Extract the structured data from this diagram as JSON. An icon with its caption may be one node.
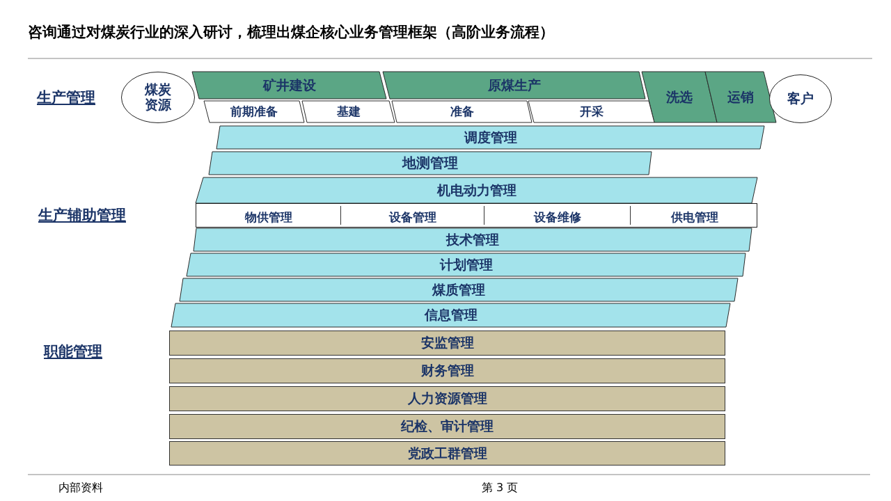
{
  "diagram": {
    "title": "咨询通过对煤炭行业的深入研讨，梳理出煤企核心业务管理框架（高阶业务流程）",
    "nodes": [
      {
        "text": [
          "煤炭资源"
        ]
      },
      {
        "text": [
          "矿井建设"
        ]
      },
      {
        "text": [
          "原煤生产"
        ]
      },
      {
        "text": [
          "洗选"
        ]
      },
      {
        "text": [
          "运销"
        ]
      },
      {
        "text": [
          "客户"
        ]
      },
      {
        "text": [
          "前期准备"
        ]
      },
      {
        "text": [
          "基建"
        ]
      },
      {
        "text": [
          "准备"
        ]
      },
      {
        "text": [
          "开采"
        ]
      },
      {
        "text": [
          "调度管理"
        ]
      },
      {
        "text": [
          "地测管理"
        ]
      },
      {
        "text": [
          "机电动力管理"
        ]
      },
      {
        "text": [],
        "shape": "box"
      },
      {
        "text": [
          "物供管理"
        ],
        "in": 13
      },
      {
        "text": [
          "设备管理"
        ],
        "in": 13
      },
      {
        "text": [
          "设备维修"
        ],
        "in": 13
      },
      {
        "text": [
          "供电管理"
        ],
        "in": 13
      },
      {
        "text": [
          "技术管理"
        ]
      },
      {
        "text": [
          "计划管理"
        ]
      },
      {
        "text": [
          "煤质管理"
        ]
      },
      {
        "text": [
          "信息管理"
        ]
      },
      {
        "text": [
          "安监管理"
        ]
      },
      {
        "text": [
          "财务管理"
        ]
      },
      {
        "text": [
          "人力资源管理"
        ]
      },
      {
        "text": [
          "纪检、审计管理"
        ]
      },
      {
        "text": [
          "党政工群管理"
        ]
      }
    ],
    "labels": [
      "生产管理",
      "生产辅助管理",
      "职能管理",
      "内部资料",
      "第 3 页"
    ]
  }
}
